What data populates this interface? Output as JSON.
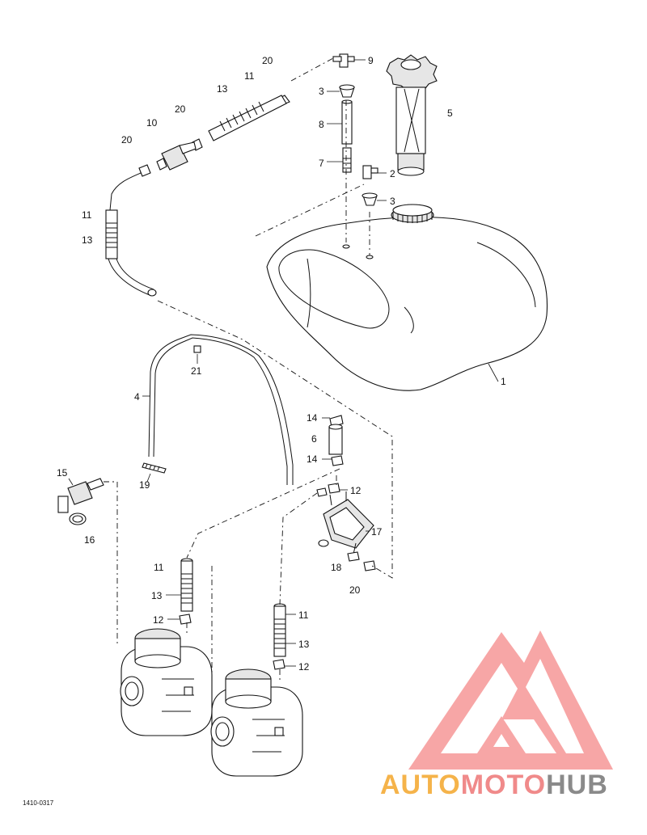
{
  "diagram": {
    "drawing_code": "1410-0317",
    "callouts": [
      {
        "id": "c9",
        "text": "9"
      },
      {
        "id": "c20a",
        "text": "20"
      },
      {
        "id": "c3a",
        "text": "3"
      },
      {
        "id": "c11a",
        "text": "11"
      },
      {
        "id": "c5",
        "text": "5"
      },
      {
        "id": "c13a",
        "text": "13"
      },
      {
        "id": "c20b",
        "text": "20"
      },
      {
        "id": "c8",
        "text": "8"
      },
      {
        "id": "c10",
        "text": "10"
      },
      {
        "id": "c20c",
        "text": "20"
      },
      {
        "id": "c7",
        "text": "7"
      },
      {
        "id": "c2",
        "text": "2"
      },
      {
        "id": "c3b",
        "text": "3"
      },
      {
        "id": "c11b",
        "text": "11"
      },
      {
        "id": "c13b",
        "text": "13"
      },
      {
        "id": "c1",
        "text": "1"
      },
      {
        "id": "c21",
        "text": "21"
      },
      {
        "id": "c4",
        "text": "4"
      },
      {
        "id": "c14a",
        "text": "14"
      },
      {
        "id": "c6",
        "text": "6"
      },
      {
        "id": "c14b",
        "text": "14"
      },
      {
        "id": "c15",
        "text": "15"
      },
      {
        "id": "c19",
        "text": "19"
      },
      {
        "id": "c12a",
        "text": "12"
      },
      {
        "id": "c17",
        "text": "17"
      },
      {
        "id": "c16",
        "text": "16"
      },
      {
        "id": "c18",
        "text": "18"
      },
      {
        "id": "c11c",
        "text": "11"
      },
      {
        "id": "c20d",
        "text": "20"
      },
      {
        "id": "c13c",
        "text": "13"
      },
      {
        "id": "c11d",
        "text": "11"
      },
      {
        "id": "c12b",
        "text": "12"
      },
      {
        "id": "c13d",
        "text": "13"
      },
      {
        "id": "c12c",
        "text": "12"
      }
    ]
  },
  "watermark": {
    "part1": "AUTO",
    "part2": "MOTO",
    "part3": "HUB",
    "colors": {
      "auto": "#f5b34a",
      "moto": "#f08a8a",
      "hub": "#8a8a8a",
      "logo": "#f7a6a6"
    }
  }
}
